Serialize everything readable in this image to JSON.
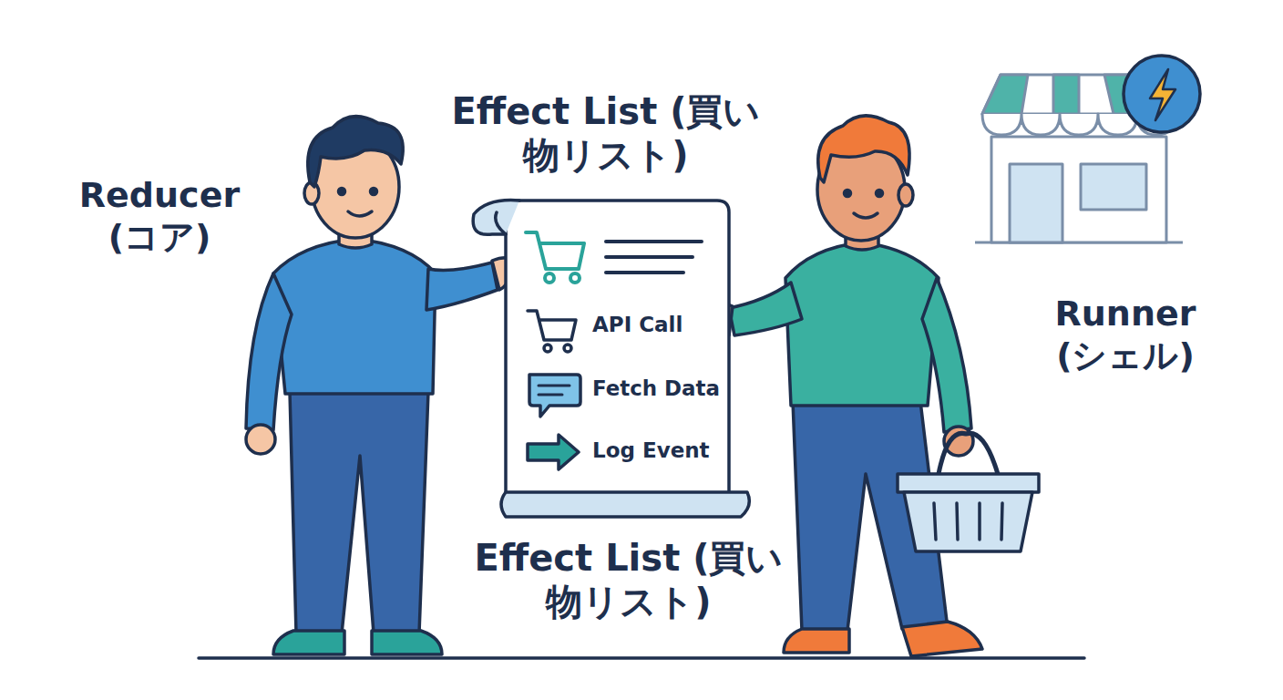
{
  "diagram": {
    "nodes": [
      {
        "text": [
          "API Call",
          "Fetch Data",
          "Log Event"
        ]
      }
    ],
    "labels": [
      "Reducer (コア)",
      "Effect List (買い物リスト)",
      "Effect List (買い物リスト)",
      "Runner (シェル)"
    ]
  }
}
